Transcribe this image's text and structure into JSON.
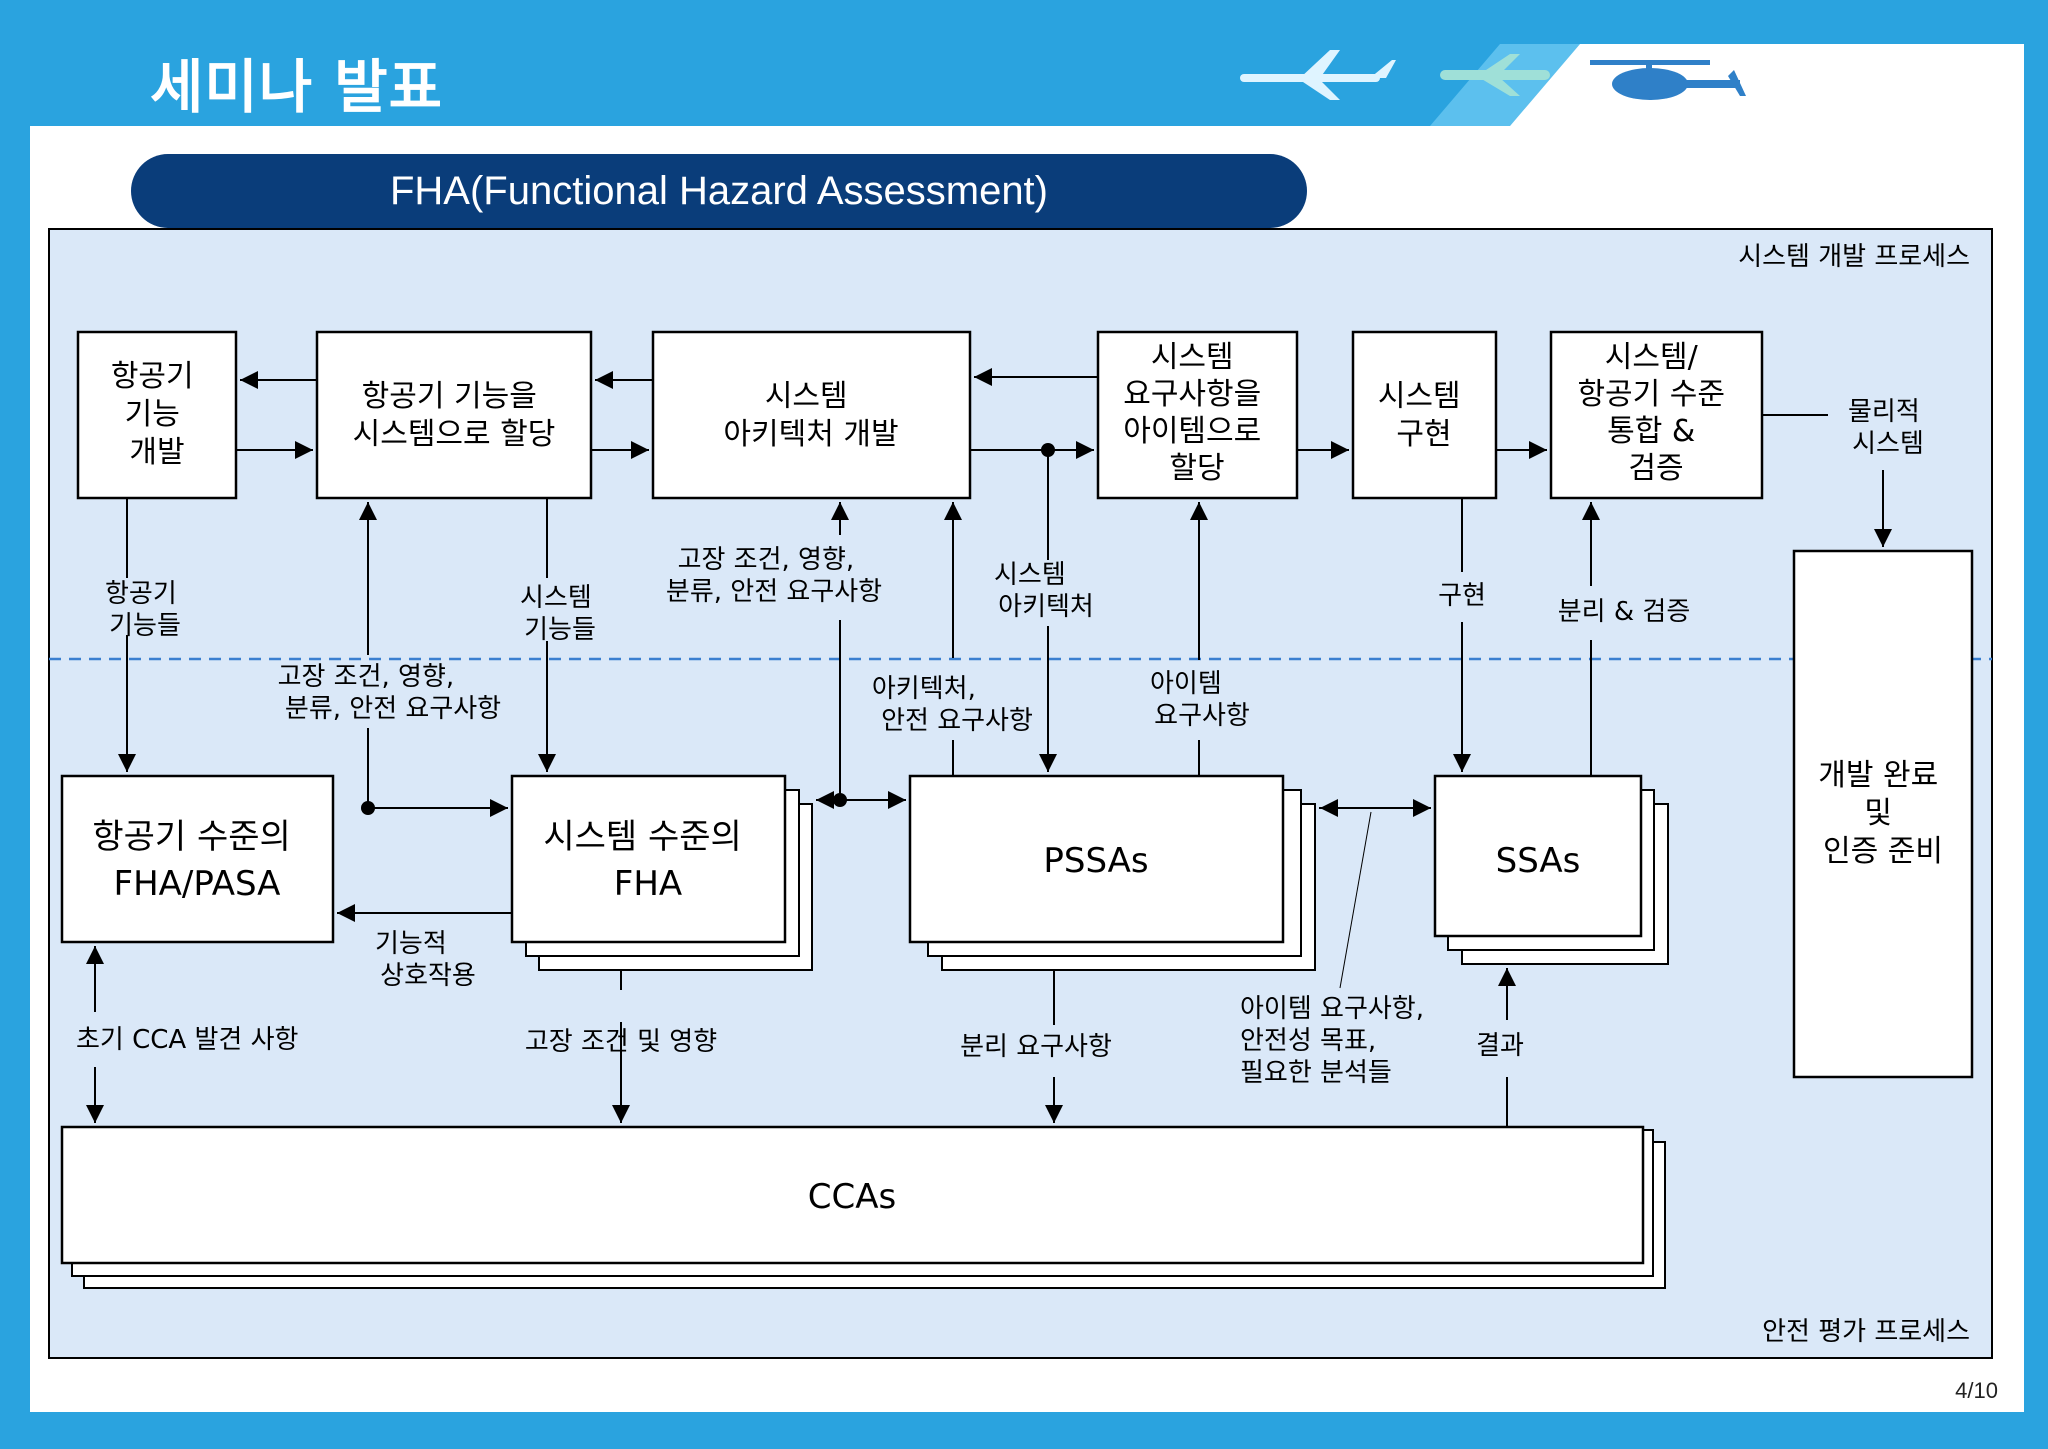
{
  "header": {
    "title": "세미나 발표"
  },
  "banner": {
    "title": "FHA(Functional Hazard Assessment)"
  },
  "diagram": {
    "top_label": "시스템 개발 프로세스",
    "bottom_label": "안전 평가 프로세스",
    "boxes": {
      "aircraft_func": [
        "항공기",
        "기능",
        "개발"
      ],
      "allocate": [
        "항공기 기능을",
        "시스템으로 할당"
      ],
      "arch_dev": [
        "시스템",
        "아키텍처 개발"
      ],
      "item_alloc": [
        "시스템",
        "요구사항을",
        "아이템으로",
        "할당"
      ],
      "impl": [
        "시스템",
        "구현"
      ],
      "integ": [
        "시스템/",
        "항공기 수준",
        "통합 &",
        "검증"
      ],
      "dev_complete": [
        "개발 완료",
        "및",
        "인증 준비"
      ],
      "aircraft_fha": [
        "항공기 수준의",
        "FHA/PASA"
      ],
      "system_fha": [
        "시스템 수준의",
        "FHA"
      ],
      "pssa": "PSSAs",
      "ssa": "SSAs",
      "cca": "CCAs"
    },
    "labels": {
      "physical_system": [
        "물리적",
        "시스템"
      ],
      "aircraft_functions": [
        "항공기",
        "기능들"
      ],
      "system_functions": [
        "시스템",
        "기능들"
      ],
      "failure_top": [
        "고장 조건, 영향,",
        "분류, 안전 요구사항"
      ],
      "failure_mid": [
        "고장 조건, 영향,",
        "분류, 안전 요구사항"
      ],
      "system_arch": [
        "시스템",
        "아키텍처"
      ],
      "arch_safety": [
        "아키텍처,",
        "안전 요구사항"
      ],
      "item_req": [
        "아이템",
        "요구사항"
      ],
      "implementation": "구현",
      "sep_verif": "분리 & 검증",
      "func_interaction": [
        "기능적",
        "상호작용"
      ],
      "early_cca": "초기 CCA 발견 사항",
      "failure_effects": "고장 조건 및 영향",
      "sep_req": "분리 요구사항",
      "item_req_multi": [
        "아이템 요구사항,",
        "안전성 목표,",
        "필요한 분석들"
      ],
      "result": "결과"
    }
  },
  "footer": {
    "page": "4/10"
  }
}
